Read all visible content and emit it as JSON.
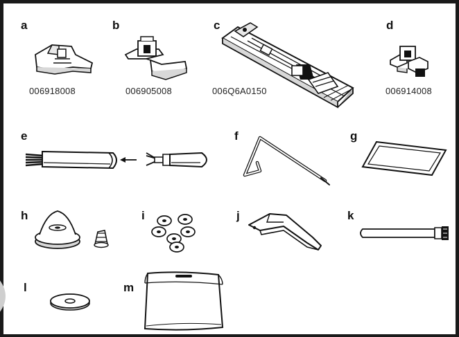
{
  "accessories": [
    {
      "letter": "a",
      "part_number": "006918008",
      "icon": "sewing-foot-icon"
    },
    {
      "letter": "b",
      "part_number": "006905008",
      "icon": "zipper-foot-icon"
    },
    {
      "letter": "c",
      "part_number": "006Q6A0150",
      "icon": "buttonhole-foot-icon"
    },
    {
      "letter": "d",
      "part_number": "006914008",
      "icon": "button-sewing-foot-icon"
    },
    {
      "letter": "e",
      "icon": "brush-seam-ripper-icon"
    },
    {
      "letter": "f",
      "icon": "quilting-guide-icon"
    },
    {
      "letter": "g",
      "icon": "dust-cover-pad-icon"
    },
    {
      "letter": "h",
      "icon": "spool-cap-icon"
    },
    {
      "letter": "i",
      "icon": "bobbins-icon"
    },
    {
      "letter": "j",
      "icon": "edge-guide-icon"
    },
    {
      "letter": "k",
      "icon": "spool-pin-icon"
    },
    {
      "letter": "l",
      "icon": "felt-washer-icon"
    },
    {
      "letter": "m",
      "icon": "soft-cover-icon"
    }
  ],
  "colors": {
    "ink": "#111111",
    "frame": "#1a1a1a",
    "fill": "#ffffff",
    "shade": "#d8d8d8"
  }
}
